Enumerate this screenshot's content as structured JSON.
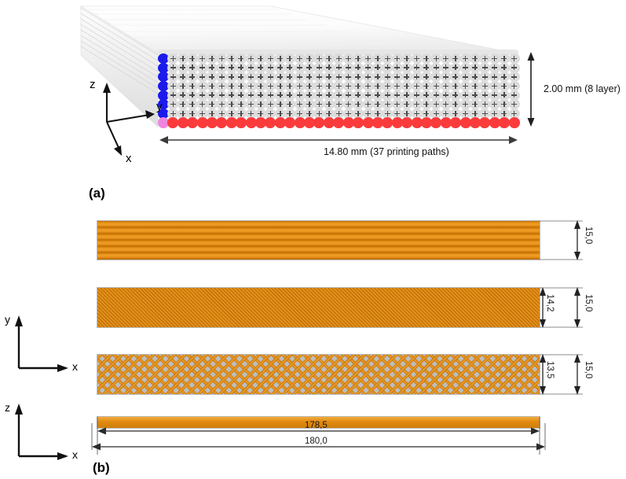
{
  "figure": {
    "panels": [
      {
        "tag": "(a)",
        "type": "3d-mesh-cross-section",
        "axes": [
          {
            "name": "z",
            "label": "z",
            "direction": "up"
          },
          {
            "name": "y",
            "label": "y",
            "direction": "right"
          },
          {
            "name": "x",
            "label": "x",
            "direction": "down-left"
          }
        ],
        "annotations": [
          {
            "name": "thickness",
            "text": "2.00 mm (8 layer)",
            "orientation": "vertical"
          },
          {
            "name": "width",
            "text": "14.80 mm (37 printing paths)",
            "orientation": "horizontal"
          }
        ],
        "mesh": {
          "columns": 37,
          "rows": 8,
          "node_colors": {
            "interior": "#dcdcdc",
            "left_boundary": "#1b1bec",
            "bottom_boundary": "#fb3b3b",
            "corner": "#ee86e0"
          }
        }
      },
      {
        "tag": "(b)",
        "type": "orthographic-views",
        "axes": [
          {
            "name": "xy-triad",
            "vertical": "y",
            "horizontal": "x"
          },
          {
            "name": "zx-triad",
            "vertical": "z",
            "horizontal": "x"
          }
        ],
        "views": [
          {
            "name": "raster-0deg",
            "pattern": "horizontal",
            "height_label": "15,0"
          },
          {
            "name": "raster-45deg-dense",
            "pattern": "diagonal",
            "inner_label": "14,2",
            "height_label": "15,0"
          },
          {
            "name": "raster-lattice",
            "pattern": "diamond-lattice",
            "inner_label": "13,5",
            "height_label": "15,0"
          },
          {
            "name": "side-view",
            "pattern": "solid",
            "inner_label": "178,5",
            "length_label": "180,0"
          }
        ]
      }
    ]
  },
  "colors": {
    "filament": "#e0890f",
    "filament_dark": "#b96b06",
    "filament_light": "#f0a02c",
    "void": "#bdbdbd",
    "node_blue": "#1b1bec",
    "node_red": "#fb3b3b",
    "node_magenta": "#ee86e0",
    "node_gray": "#dcdcdc",
    "dim_line": "#2b2b2b"
  }
}
